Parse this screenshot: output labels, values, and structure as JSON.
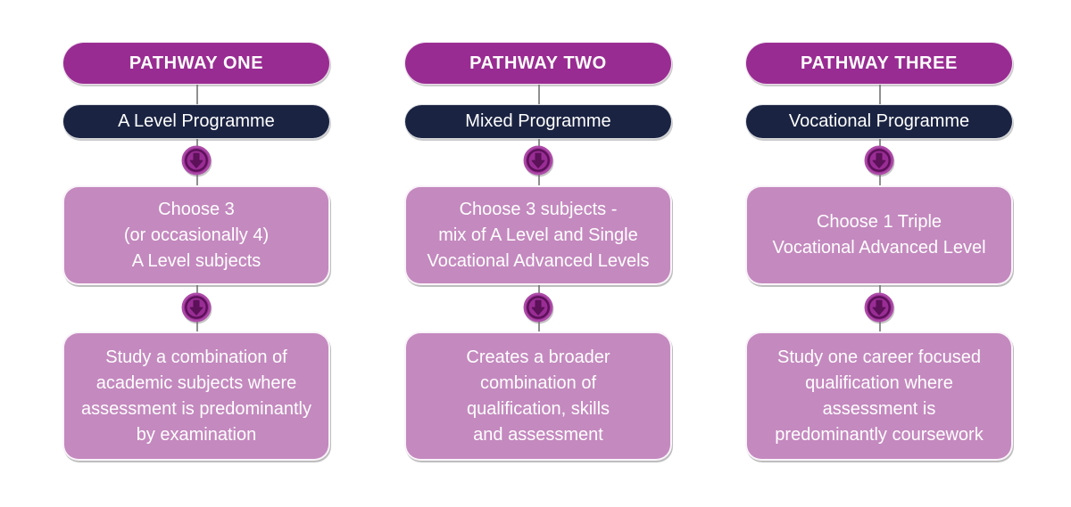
{
  "colors": {
    "header_purple": "#992C92",
    "programme_navy": "#1A2342",
    "step_mauve": "#C489BF",
    "icon_ring": "#AC4AA7",
    "icon_fill": "#9A2D95",
    "icon_glyph": "#5C1159",
    "connector_white": "#FFFFFF",
    "connector_gray": "#909090",
    "text_white": "#FFFFFF"
  },
  "icons": {
    "down_arrow": "down-arrow-in-circle"
  },
  "pathways": [
    {
      "header": "PATHWAY ONE",
      "programme": "A Level Programme",
      "step1": "Choose 3\n(or occasionally 4)\nA Level subjects",
      "step2": "Study a combination of\nacademic subjects where\nassessment is predominantly\nby examination"
    },
    {
      "header": "PATHWAY TWO",
      "programme": "Mixed Programme",
      "step1": "Choose 3 subjects -\nmix of A Level and Single\nVocational Advanced Levels",
      "step2": "Creates a broader\ncombination of\nqualification, skills\nand assessment"
    },
    {
      "header": "PATHWAY THREE",
      "programme": "Vocational Programme",
      "step1": "Choose 1 Triple\nVocational Advanced Level",
      "step2": "Study one career focused\nqualification where\nassessment is\npredominantly coursework"
    }
  ]
}
